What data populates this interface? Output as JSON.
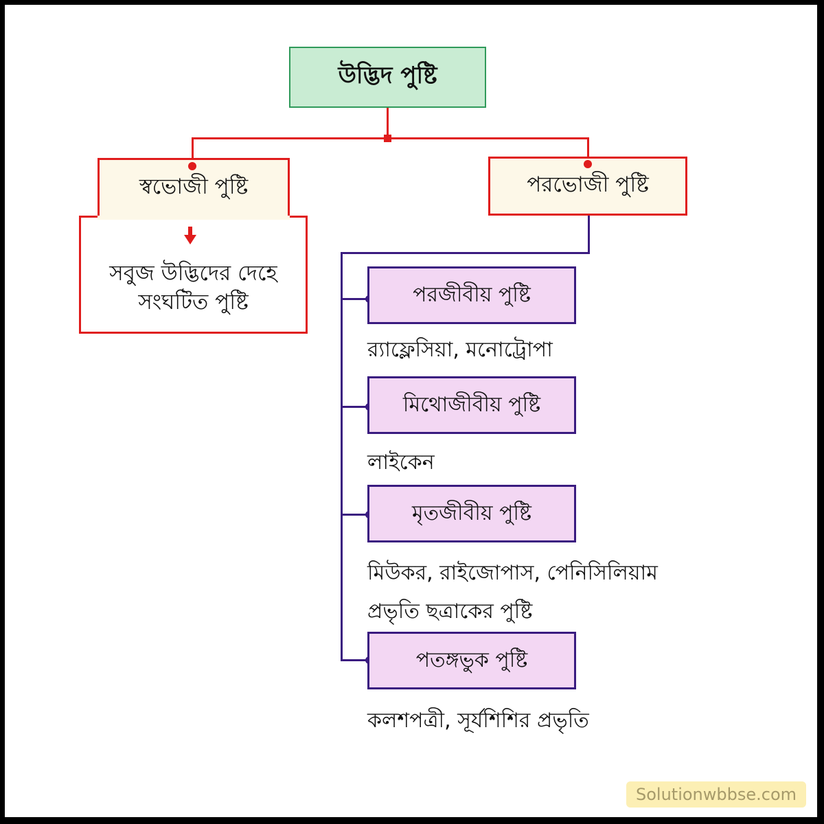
{
  "diagram": {
    "root": {
      "label": "উদ্ভিদ পুষ্টি"
    },
    "autotrophic": {
      "label": "স্বভোজী পুষ্টি",
      "description_lines": [
        "সবুজ উদ্ভিদের দেহে",
        "সংঘটিত পুষ্টি"
      ]
    },
    "heterotrophic": {
      "label": "পরভোজী পুষ্টি",
      "children": [
        {
          "label": "পরজীবীয় পুষ্টি",
          "examples": [
            "র‍্যাফ্লেসিয়া, মনোট্রোপা"
          ]
        },
        {
          "label": "মিথোজীবীয় পুষ্টি",
          "examples": [
            "লাইকেন"
          ]
        },
        {
          "label": "মৃতজীবীয় পুষ্টি",
          "examples": [
            "মিউকর, রাইজোপাস, পেনিসিলিয়াম",
            "প্রভৃতি ছত্রাকের পুষ্টি"
          ]
        },
        {
          "label": "পতঙ্গভুক পুষ্টি",
          "examples": [
            "কলশপত্রী, সূর্যশিশির প্রভৃতি"
          ]
        }
      ]
    }
  },
  "colors": {
    "root_fill": "#c9ecd3",
    "root_border": "#2f9a5a",
    "level1_fill": "#fdf8e8",
    "level1_border": "#e01c1c",
    "level2_fill": "#f3d7f3",
    "level2_border": "#3a1b80"
  },
  "watermark": {
    "text": "Solutionwbbse.com"
  }
}
